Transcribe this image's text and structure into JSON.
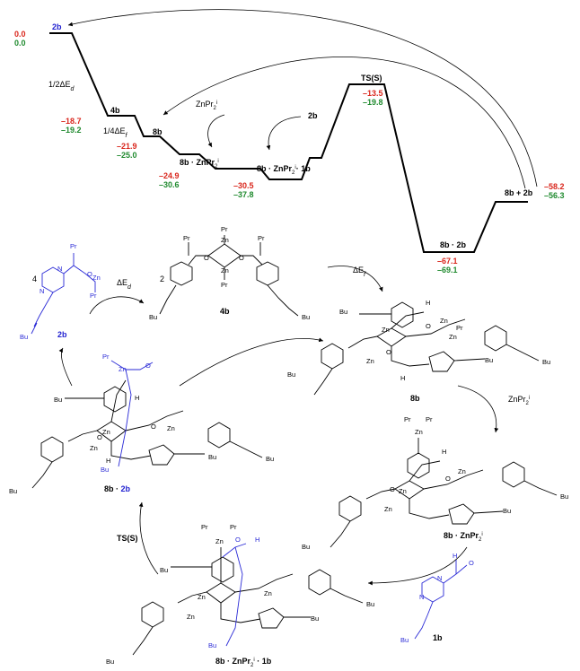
{
  "energy_profile": {
    "states": [
      {
        "label": "2b",
        "e_red": "0.0",
        "e_green": "0.0"
      },
      {
        "label": "4b",
        "e_red": "–18.7",
        "e_green": "–19.2"
      },
      {
        "label": "8b",
        "e_red": "–21.9",
        "e_green": "–25.0"
      },
      {
        "label": "8b · ZnPr",
        "e_red": "–24.9",
        "e_green": "–30.6"
      },
      {
        "label": "8b · ZnPr",
        "e_red": "–30.5",
        "e_green": "–37.8"
      },
      {
        "label": "TS(S)",
        "e_red": "–13.5",
        "e_green": "–19.8"
      },
      {
        "label": "8b · 2b",
        "e_red": "–67.1",
        "e_green": "–69.1"
      },
      {
        "label": "8b + 2b",
        "e_red": "–58.2",
        "e_green": "–56.3"
      }
    ],
    "half_delta_ed": "1/2ΔE",
    "quarter_delta_et": "1/4ΔE",
    "reagent_znpr": "ZnPr",
    "reagent_2b": "2b",
    "complex_8b_znpr_1b": "8b · ZnPr",
    "one_b": "· 1b"
  },
  "structures": {
    "s2b": "2b",
    "s4b": "4b",
    "s8b": "8b",
    "s8b_znpr": "8b · ZnPr",
    "s1b": "1b",
    "s8b_znpr_1b": "8b · ZnPr",
    "s8b_2b": "8b · 2b",
    "ts": "TS(S)",
    "delta_ed": "ΔE",
    "delta_et": "ΔE",
    "znpr_reagent": "ZnPr",
    "num4": "4",
    "num2": "2"
  },
  "atoms": {
    "zn": "Zn",
    "o": "O",
    "n": "N",
    "h": "H",
    "pri": "Pr",
    "but": "Bu"
  },
  "colors": {
    "red": "#d9261c",
    "green": "#1f8a2e",
    "blue": "#2a2ad6"
  }
}
